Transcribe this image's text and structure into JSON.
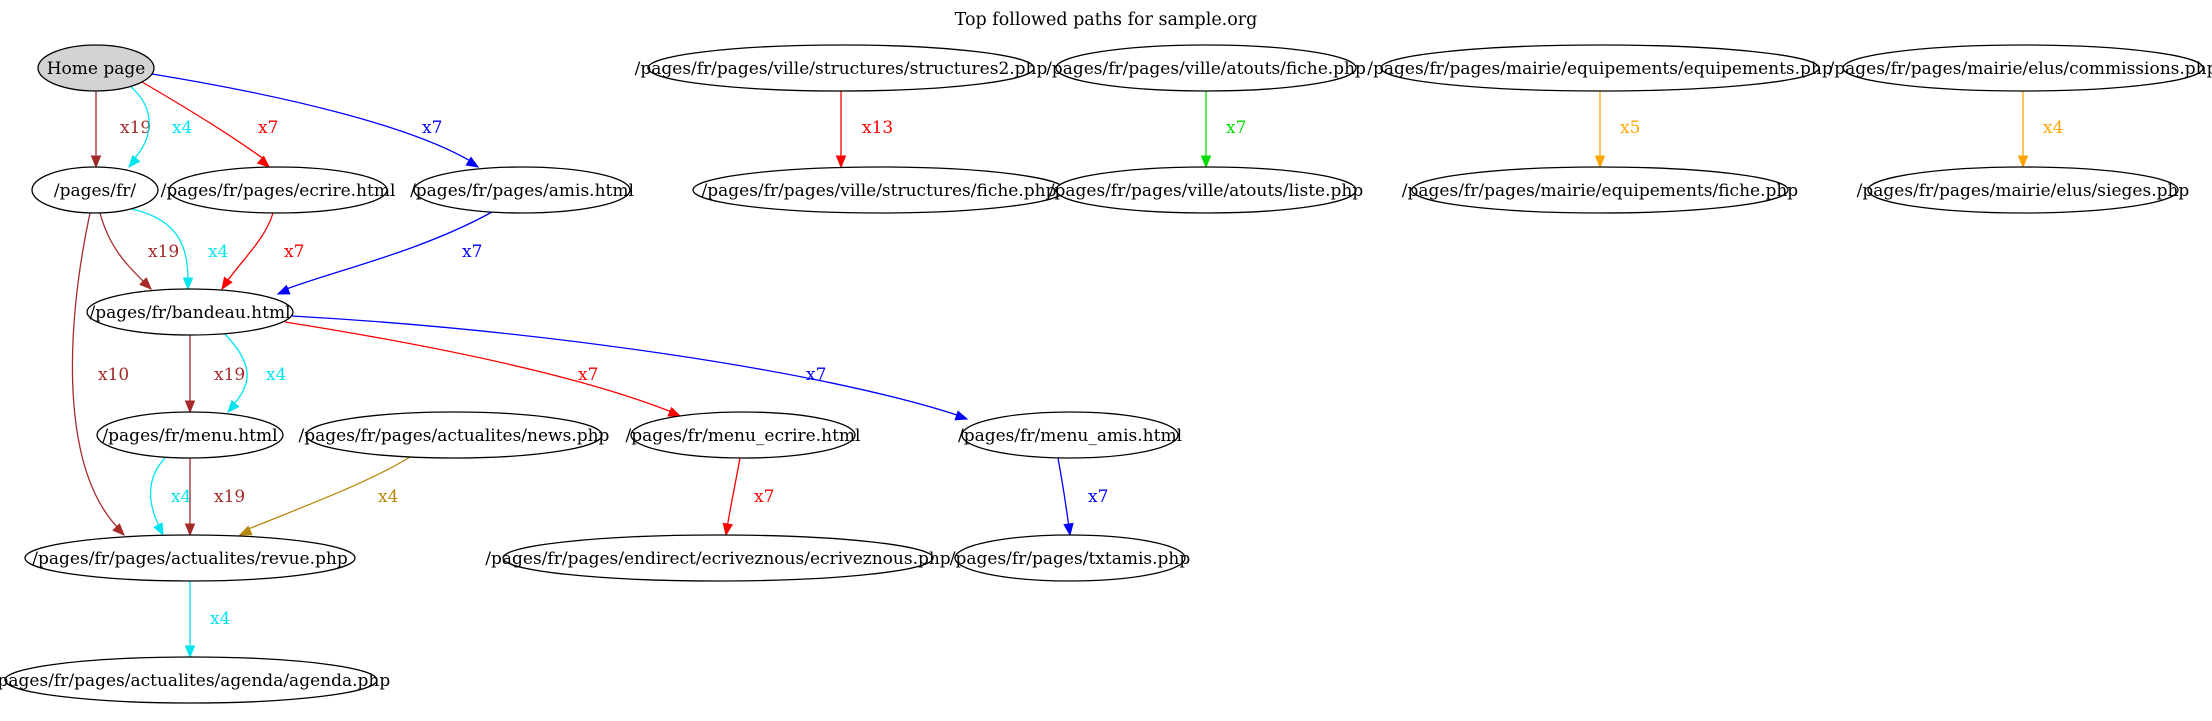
{
  "title": "Top followed paths for sample.org",
  "colors": {
    "background": "#ffffff",
    "node_stroke": "#000000",
    "node_fill": "#ffffff",
    "home_fill": "#d3d3d3",
    "brown": "#a52a2a",
    "cyan": "#00e5ee",
    "red": "#ff0000",
    "blue": "#0000ff",
    "green": "#00dd00",
    "orange": "#ffa500",
    "gold": "#b8860b"
  },
  "nodes": [
    {
      "id": "home",
      "label": "Home page",
      "highlight": true
    },
    {
      "id": "fr",
      "label": "/pages/fr/"
    },
    {
      "id": "ecrire",
      "label": "/pages/fr/pages/ecrire.html"
    },
    {
      "id": "amis",
      "label": "/pages/fr/pages/amis.html"
    },
    {
      "id": "bandeau",
      "label": "/pages/fr/bandeau.html"
    },
    {
      "id": "menu",
      "label": "/pages/fr/menu.html"
    },
    {
      "id": "news",
      "label": "/pages/fr/pages/actualites/news.php"
    },
    {
      "id": "menu_ecrire",
      "label": "/pages/fr/menu_ecrire.html"
    },
    {
      "id": "menu_amis",
      "label": "/pages/fr/menu_amis.html"
    },
    {
      "id": "revue",
      "label": "/pages/fr/pages/actualites/revue.php"
    },
    {
      "id": "ecriveznous",
      "label": "/pages/fr/pages/endirect/ecriveznous/ecriveznous.php"
    },
    {
      "id": "txtamis",
      "label": "/pages/fr/pages/txtamis.php"
    },
    {
      "id": "agenda",
      "label": "/pages/fr/pages/actualites/agenda/agenda.php"
    },
    {
      "id": "structures2",
      "label": "/pages/fr/pages/ville/structures/structures2.php"
    },
    {
      "id": "structfiche",
      "label": "/pages/fr/pages/ville/structures/fiche.php"
    },
    {
      "id": "atoutsfiche",
      "label": "/pages/fr/pages/ville/atouts/fiche.php"
    },
    {
      "id": "atoutsliste",
      "label": "/pages/fr/pages/ville/atouts/liste.php"
    },
    {
      "id": "equipements",
      "label": "/pages/fr/pages/mairie/equipements/equipements.php"
    },
    {
      "id": "equipfiche",
      "label": "/pages/fr/pages/mairie/equipements/fiche.php"
    },
    {
      "id": "commissions",
      "label": "/pages/fr/pages/mairie/elus/commissions.php"
    },
    {
      "id": "sieges",
      "label": "/pages/fr/pages/mairie/elus/sieges.php"
    }
  ],
  "edges": [
    {
      "from": "home",
      "to": "fr",
      "label": "x19",
      "color": "brown"
    },
    {
      "from": "home",
      "to": "fr",
      "label": "x4",
      "color": "cyan"
    },
    {
      "from": "home",
      "to": "ecrire",
      "label": "x7",
      "color": "red"
    },
    {
      "from": "home",
      "to": "amis",
      "label": "x7",
      "color": "blue"
    },
    {
      "from": "fr",
      "to": "bandeau",
      "label": "x19",
      "color": "brown"
    },
    {
      "from": "fr",
      "to": "bandeau",
      "label": "x4",
      "color": "cyan"
    },
    {
      "from": "fr",
      "to": "revue",
      "label": "x10",
      "color": "brown"
    },
    {
      "from": "ecrire",
      "to": "bandeau",
      "label": "x7",
      "color": "red"
    },
    {
      "from": "amis",
      "to": "bandeau",
      "label": "x7",
      "color": "blue"
    },
    {
      "from": "bandeau",
      "to": "menu",
      "label": "x19",
      "color": "brown"
    },
    {
      "from": "bandeau",
      "to": "menu",
      "label": "x4",
      "color": "cyan"
    },
    {
      "from": "bandeau",
      "to": "menu_ecrire",
      "label": "x7",
      "color": "red"
    },
    {
      "from": "bandeau",
      "to": "menu_amis",
      "label": "x7",
      "color": "blue"
    },
    {
      "from": "menu",
      "to": "revue",
      "label": "x4",
      "color": "cyan"
    },
    {
      "from": "menu",
      "to": "revue",
      "label": "x19",
      "color": "brown"
    },
    {
      "from": "news",
      "to": "revue",
      "label": "x4",
      "color": "gold"
    },
    {
      "from": "menu_ecrire",
      "to": "ecriveznous",
      "label": "x7",
      "color": "red"
    },
    {
      "from": "menu_amis",
      "to": "txtamis",
      "label": "x7",
      "color": "blue"
    },
    {
      "from": "revue",
      "to": "agenda",
      "label": "x4",
      "color": "cyan"
    },
    {
      "from": "structures2",
      "to": "structfiche",
      "label": "x13",
      "color": "red"
    },
    {
      "from": "atoutsfiche",
      "to": "atoutsliste",
      "label": "x7",
      "color": "green"
    },
    {
      "from": "equipements",
      "to": "equipfiche",
      "label": "x5",
      "color": "orange"
    },
    {
      "from": "commissions",
      "to": "sieges",
      "label": "x4",
      "color": "orange"
    }
  ]
}
